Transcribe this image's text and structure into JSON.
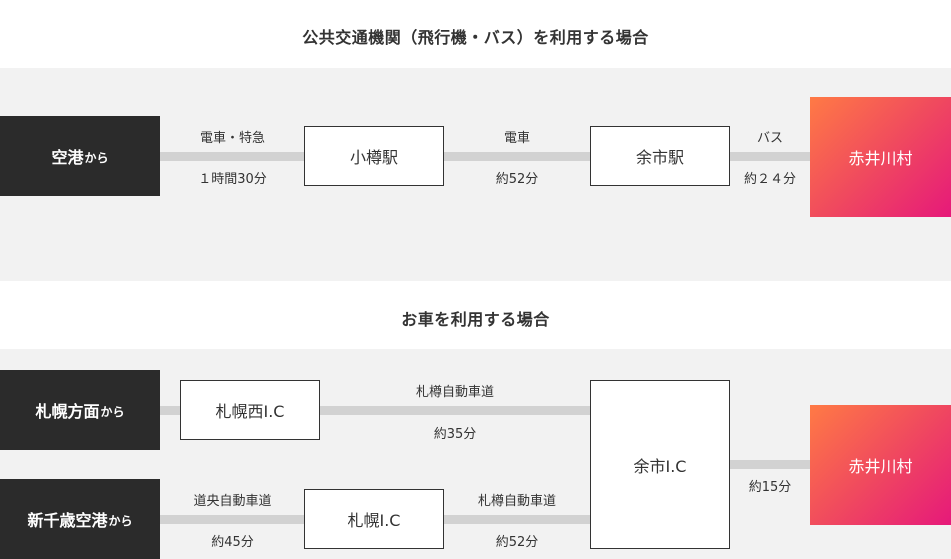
{
  "public": {
    "heading": "公共交通機関（飛行機・バス）を利用する場合",
    "origin": {
      "name": "空港",
      "suffix": "から"
    },
    "nodes": [
      "小樽駅",
      "余市駅"
    ],
    "destination": "赤井川村",
    "legs": [
      {
        "mode": "電車・特急",
        "time": "１時間30分"
      },
      {
        "mode": "電車",
        "time": "約52分"
      },
      {
        "mode": "バス",
        "time": "約２４分"
      }
    ]
  },
  "car": {
    "heading": "お車を利用する場合",
    "origins": [
      {
        "name": "札幌方面",
        "suffix": "から"
      },
      {
        "name": "新千歳空港",
        "suffix": "から"
      }
    ],
    "nodes": {
      "sapporo_nishi": "札幌西I.C",
      "sapporo": "札幌I.C",
      "yoichi": "余市I.C"
    },
    "destination": "赤井川村",
    "legs": {
      "nishi_to_yoichi": {
        "road": "札樽自動車道",
        "time": "約35分"
      },
      "chitose_to_sapporo": {
        "road": "道央自動車道",
        "time": "約45分"
      },
      "sapporo_to_yoichi": {
        "road": "札樽自動車道",
        "time": "約52分"
      },
      "yoichi_to_dest": {
        "time": "約15分"
      }
    }
  },
  "colors": {
    "origin_bg": "#2b2b2b",
    "band_bg": "#f2f2f2",
    "line": "#d2d2d2",
    "dest_gradient_start": "#ff7a45",
    "dest_gradient_end": "#e6197a"
  }
}
